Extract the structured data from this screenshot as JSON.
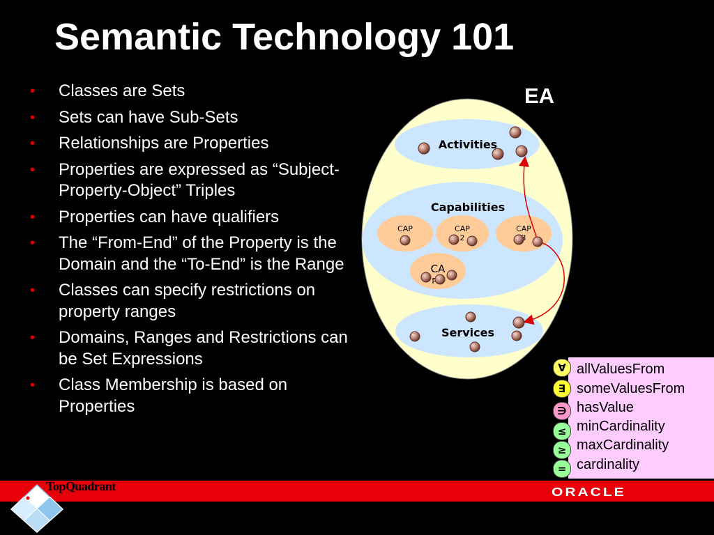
{
  "title": "Semantic Technology 101",
  "bullets": [
    "Classes are Sets",
    "Sets can have Sub-Sets",
    "Relationships are Properties",
    "Properties are expressed as “Subject-Property-Object” Triples",
    "Properties can have qualifiers",
    "The “From-End” of the Property is the Domain and the “To-End” is the Range",
    "Classes can specify restrictions on property ranges",
    "Domains, Ranges and Restrictions can be Set Expressions",
    "Class Membership is based on Properties"
  ],
  "diagram": {
    "outer_label": "EA",
    "activities_label": "Activities",
    "capabilities_label": "Capabilities",
    "services_label": "Services",
    "cap1_label": "CAP",
    "cap2_label": "CAP",
    "cap2_num": "2",
    "cap3_label": "CAP",
    "cap3_num": "3",
    "cap4_label": "CA",
    "cap4_num": "P 4"
  },
  "legend": {
    "items": [
      {
        "symbol": "∀",
        "label": "allValuesFrom",
        "color": "#ffff66"
      },
      {
        "symbol": "∃",
        "label": "someValuesFrom",
        "color": "#ffff33"
      },
      {
        "symbol": "∋",
        "label": "hasValue",
        "color": "#ff99cc"
      },
      {
        "symbol": "≤",
        "label": "minCardinality",
        "color": "#99ff99"
      },
      {
        "symbol": "≥",
        "label": "maxCardinality",
        "color": "#99ff99"
      },
      {
        "symbol": "=",
        "label": "cardinality",
        "color": "#99ff99"
      }
    ]
  },
  "footer": {
    "left_logo_text": "TopQuadrant",
    "right_logo_text": "ORACLE"
  },
  "colors": {
    "background": "#000000",
    "bullet": "#e00000",
    "outer_ellipse": "#ffffcc",
    "inner_ellipse": "#cce6ff",
    "cap_ellipse": "#ffcc99",
    "node": "#b07060",
    "arrow": "#dd0000",
    "legend_bg": "#ffccff",
    "footer_bar": "#e8000b"
  }
}
